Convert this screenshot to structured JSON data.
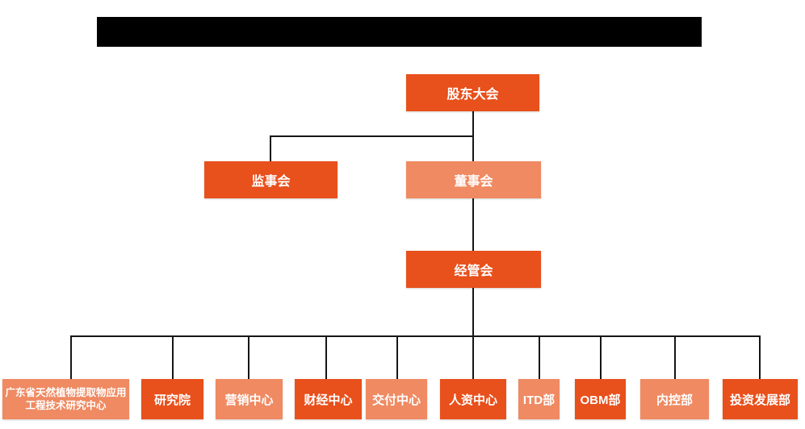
{
  "colors": {
    "primary": "#e8501c",
    "secondary": "#ef8a62",
    "connector": "#161616",
    "box_text": "#ffffff",
    "title_bar": "#000000"
  },
  "title_bar": {
    "label": "",
    "note": "redacted-black-bar"
  },
  "org_chart": {
    "level1": {
      "shareholders": "股东大会"
    },
    "level2": {
      "supervisors": "监事会",
      "directors": "董事会"
    },
    "level3": {
      "management": "经管会"
    },
    "departments": [
      {
        "label": "广东省天然植物提取物应用工程技术研究中心",
        "variant": "secondary"
      },
      {
        "label": "研究院",
        "variant": "primary"
      },
      {
        "label": "营销中心",
        "variant": "secondary"
      },
      {
        "label": "财经中心",
        "variant": "primary"
      },
      {
        "label": "交付中心",
        "variant": "secondary"
      },
      {
        "label": "人资中心",
        "variant": "primary"
      },
      {
        "label": "ITD部",
        "variant": "secondary"
      },
      {
        "label": "OBM部",
        "variant": "primary"
      },
      {
        "label": "内控部",
        "variant": "secondary"
      },
      {
        "label": "投资发展部",
        "variant": "primary"
      }
    ]
  }
}
